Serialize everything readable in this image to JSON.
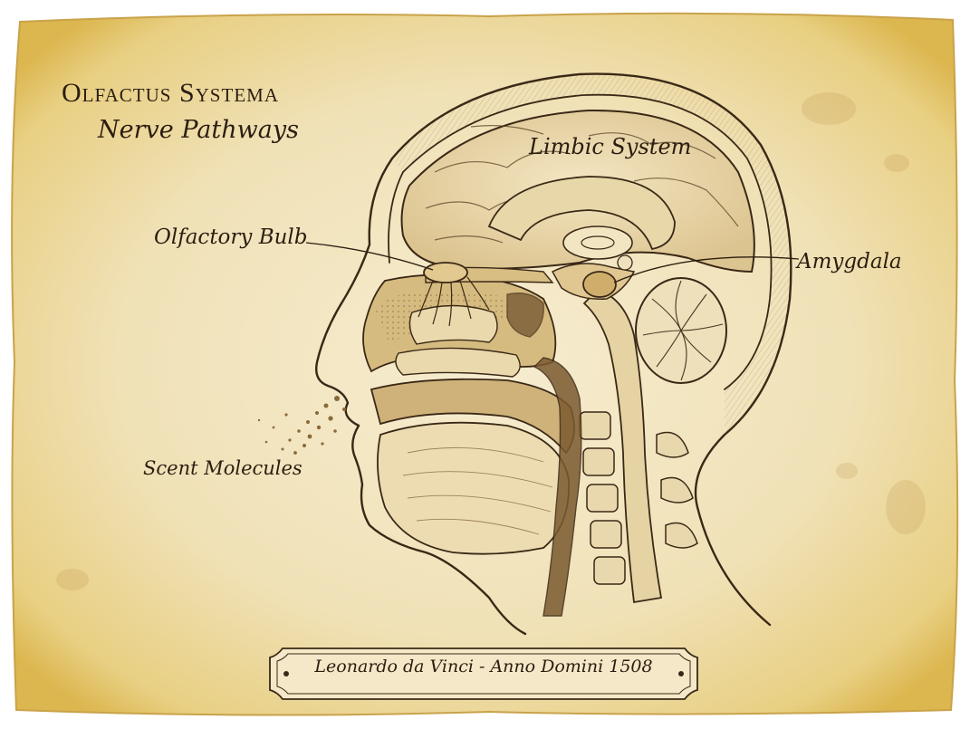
{
  "title": "Olfactus Systema",
  "subtitle": "Nerve Pathways",
  "labels": {
    "limbic_system": "Limbic System",
    "olfactory_bulb": "Olfactory Bulb",
    "amygdala": "Amygdala",
    "scent_molecules": "Scent Molecules"
  },
  "caption": "Leonardo da Vinci - Anno Domini 1508",
  "colors": {
    "parchment": "#f1e3bd",
    "parchment_edge": "#e2c160",
    "ink": "#3a2816",
    "sepia_fill": "#c9a86a"
  }
}
